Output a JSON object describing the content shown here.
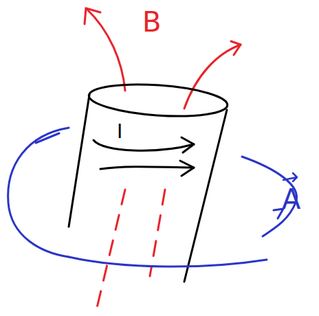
{
  "diagram": {
    "labels": [
      "B",
      "I",
      "A"
    ]
  }
}
